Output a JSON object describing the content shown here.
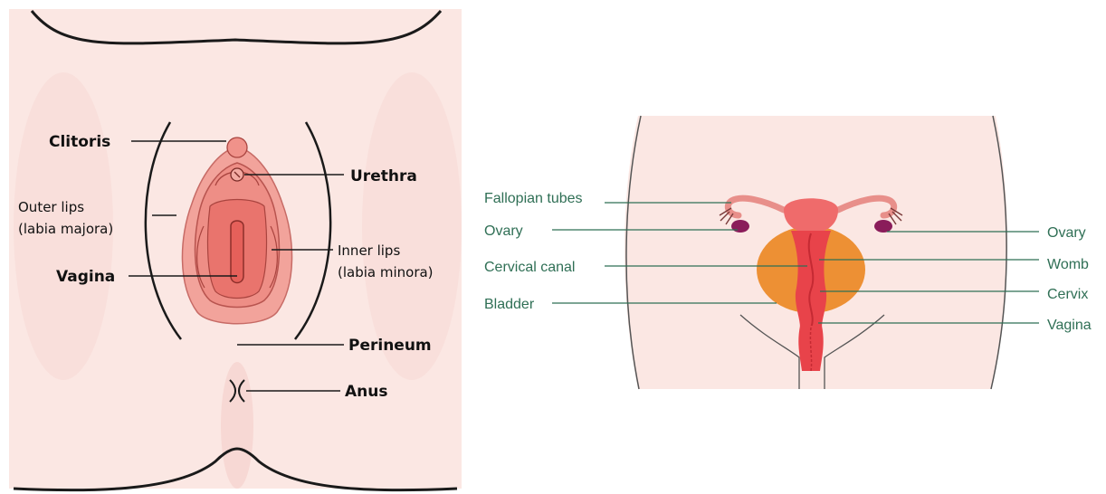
{
  "external_diagram": {
    "labels": {
      "clitoris": "Clitoris",
      "urethra": "Urethra",
      "outer_lips_1": "Outer lips",
      "outer_lips_2": "(labia majora)",
      "inner_lips_1": "Inner lips",
      "inner_lips_2": "(labia minora)",
      "vagina": "Vagina",
      "perineum": "Perineum",
      "anus": "Anus"
    }
  },
  "internal_diagram": {
    "labels": {
      "fallopian_tubes": "Fallopian tubes",
      "ovary_left": "Ovary",
      "cervical_canal": "Cervical canal",
      "bladder": "Bladder",
      "ovary_right": "Ovary",
      "womb": "Womb",
      "cervix": "Cervix",
      "vagina": "Vagina"
    }
  },
  "colors": {
    "skin": "#fbe7e3",
    "vulva_outer": "#f2a39b",
    "vulva_inner": "#e9746d",
    "uterus": "#e8434a",
    "bladder": "#ec8b2a",
    "ovary": "#8a1c5a",
    "label_green": "#2f6f55"
  }
}
